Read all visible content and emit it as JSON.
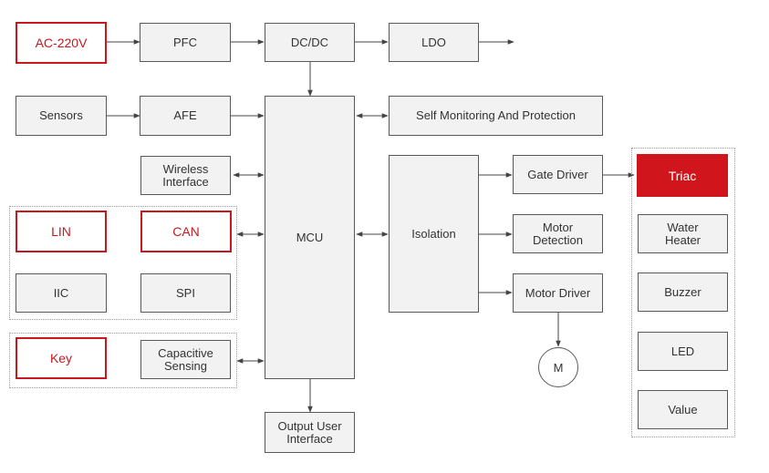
{
  "blocks": {
    "ac220v": "AC-220V",
    "pfc": "PFC",
    "dcdc": "DC/DC",
    "ldo": "LDO",
    "sensors": "Sensors",
    "afe": "AFE",
    "wireless": "Wireless\nInterface",
    "mcu": "MCU",
    "self_monitoring": "Self Monitoring And Protection",
    "lin": "LIN",
    "can": "CAN",
    "iic": "IIC",
    "spi": "SPI",
    "key": "Key",
    "capacitive": "Capacitive\nSensing",
    "output_ui": "Output User\nInterface",
    "isolation": "Isolation",
    "gate_driver": "Gate Driver",
    "motor_detection": "Motor\nDetection",
    "motor_driver": "Motor Driver",
    "motor": "M",
    "triac": "Triac",
    "water_heater": "Water\nHeater",
    "buzzer": "Buzzer",
    "led": "LED",
    "value": "Value"
  },
  "colors": {
    "accent_red": "#c8181e",
    "block_fill": "#f2f2f2",
    "line": "#444444"
  }
}
